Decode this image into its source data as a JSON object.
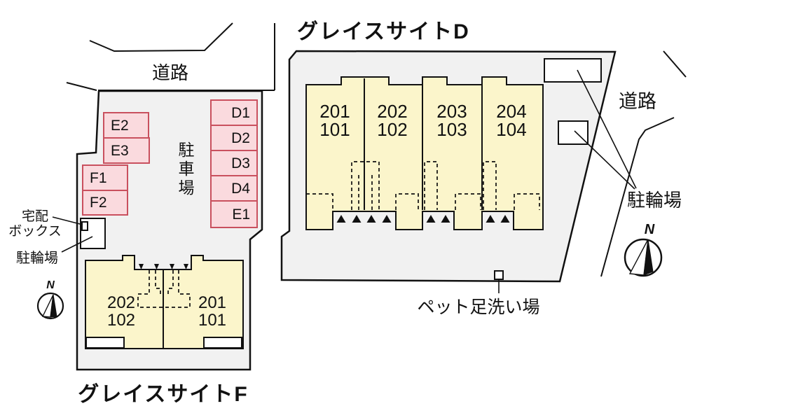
{
  "colors": {
    "plot_fill": "#f1f1f1",
    "building_fill": "#fbf5cb",
    "stall_fill": "#fadade",
    "stall_border": "#c9505e",
    "line": "#111111",
    "background": "#ffffff"
  },
  "site_d": {
    "title": "グレイスサイトD",
    "road_label": "道路",
    "bicycle_label": "駐輪場",
    "pet_wash_label": "ペット足洗い場",
    "compass_label": "N",
    "units": [
      {
        "upper": "201",
        "lower": "101"
      },
      {
        "upper": "202",
        "lower": "102"
      },
      {
        "upper": "203",
        "lower": "103"
      },
      {
        "upper": "204",
        "lower": "104"
      }
    ]
  },
  "site_f": {
    "title": "グレイスサイトF",
    "road_label": "道路",
    "parking_lot_label": "駐車場",
    "delivery_box_label_line1": "宅配",
    "delivery_box_label_line2": "ボックス",
    "bicycle_label": "駐輪場",
    "compass_label": "N",
    "stalls_left": [
      "E2",
      "E3",
      "F1",
      "F2"
    ],
    "stalls_right": [
      "D1",
      "D2",
      "D3",
      "D4",
      "E1"
    ],
    "units": [
      {
        "upper": "202",
        "lower": "102"
      },
      {
        "upper": "201",
        "lower": "101"
      }
    ]
  }
}
